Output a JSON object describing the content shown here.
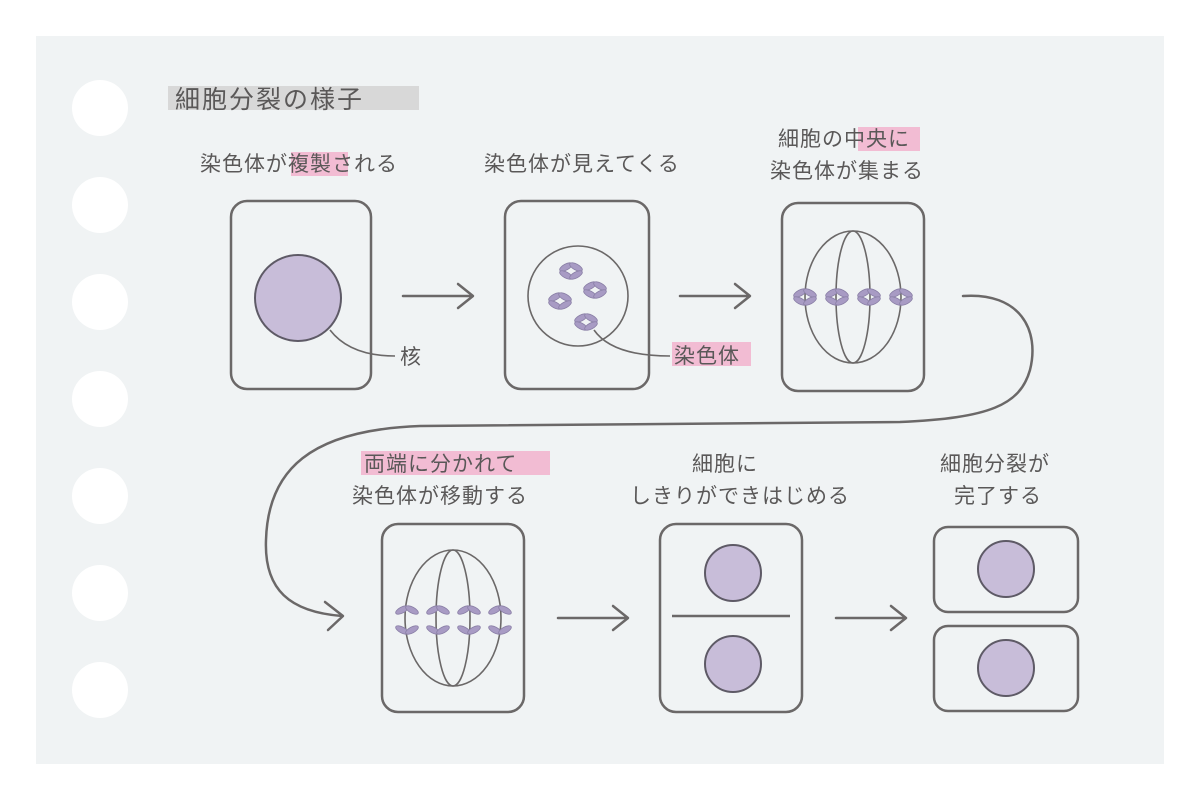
{
  "title": "細胞分裂の様子",
  "steps": {
    "s1": {
      "label": "染色体が複製される",
      "annotation": "核"
    },
    "s2": {
      "label": "染色体が見えてくる",
      "annotation": "染色体"
    },
    "s3": {
      "line1": "細胞の中央に",
      "line2": "染色体が集まる"
    },
    "s4": {
      "line1": "両端に分かれて",
      "line2": "染色体が移動する"
    },
    "s5": {
      "line1": "細胞に",
      "line2": "しきりができはじめる"
    },
    "s6": {
      "line1": "細胞分裂が",
      "line2": "完了する"
    }
  },
  "colors": {
    "highlight": "#f2bcd3",
    "nucleus": "#c8bdd9",
    "chromosome": "#a89bc4",
    "outline": "#6b6868",
    "background": "#f0f3f4"
  }
}
